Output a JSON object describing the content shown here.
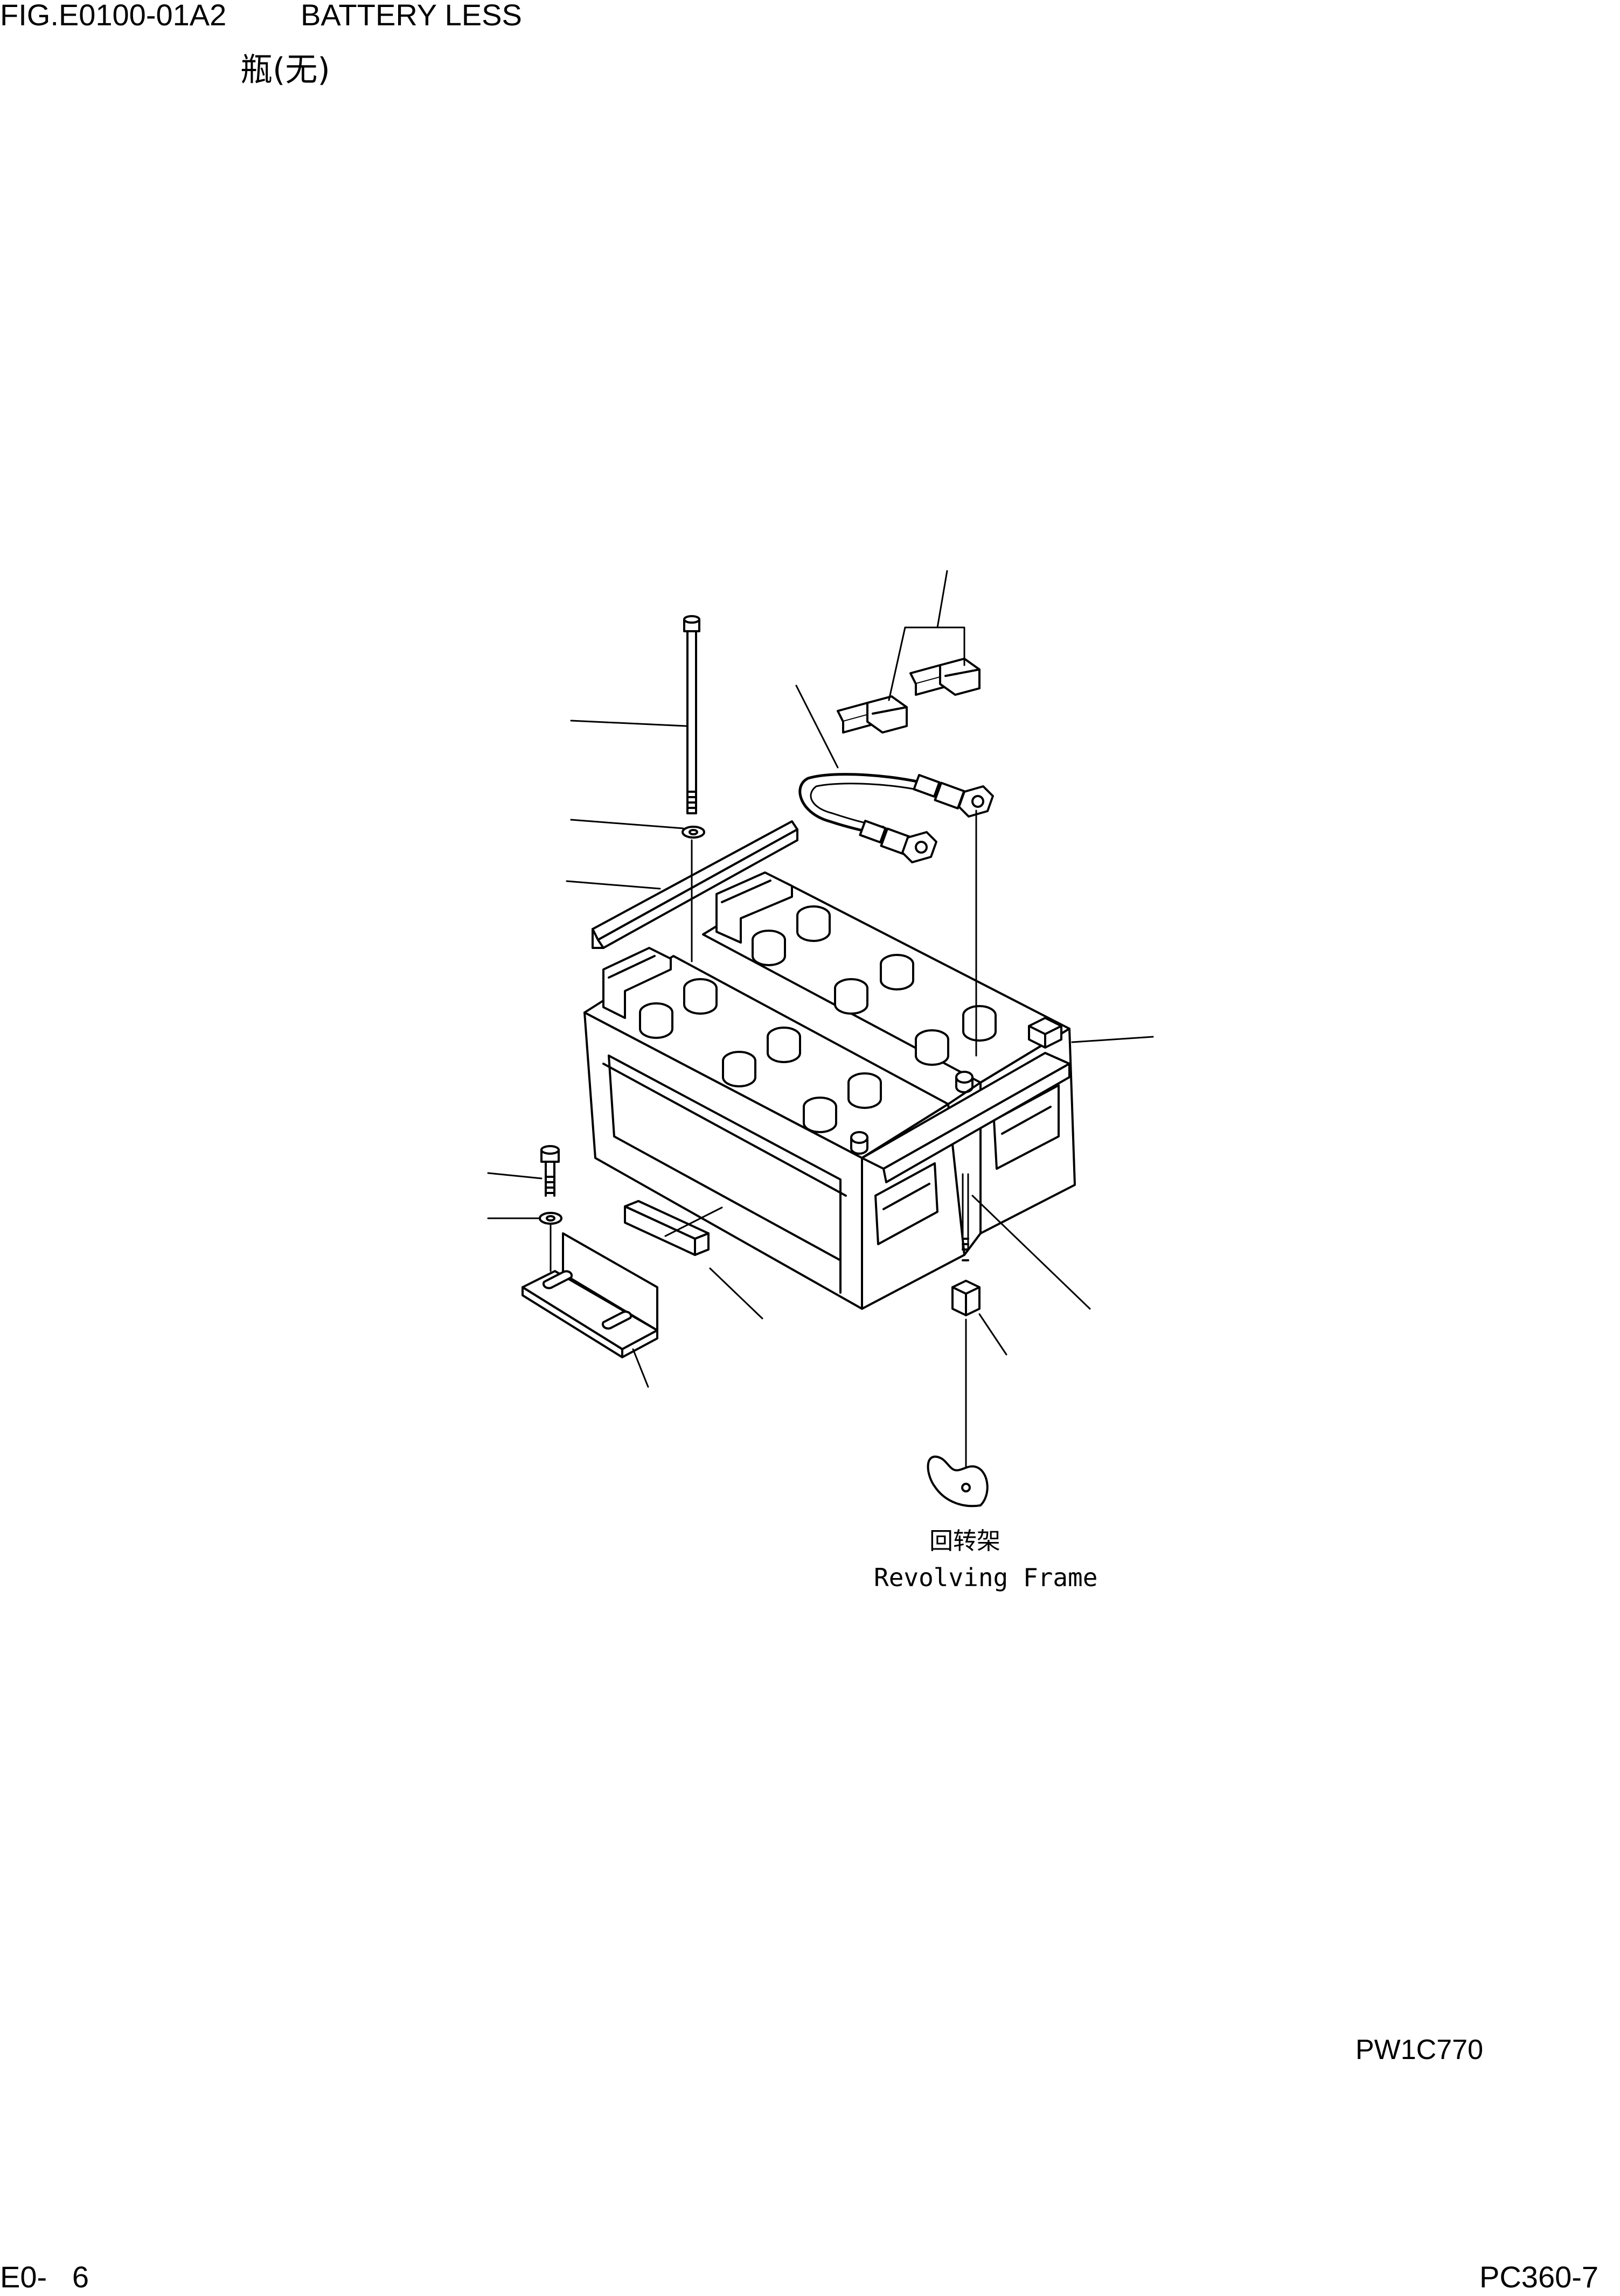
{
  "header": {
    "figure_code": "FIG.E0100-01A2",
    "figure_title": "BATTERY LESS",
    "subtitle_cn": "瓶(无)"
  },
  "diagram": {
    "frame_label_cn": "回转架",
    "frame_label_en": "Revolving Frame"
  },
  "footer": {
    "drawing_number": "PW1C770",
    "page_number": "E0-   6",
    "model": "PC360-7"
  }
}
